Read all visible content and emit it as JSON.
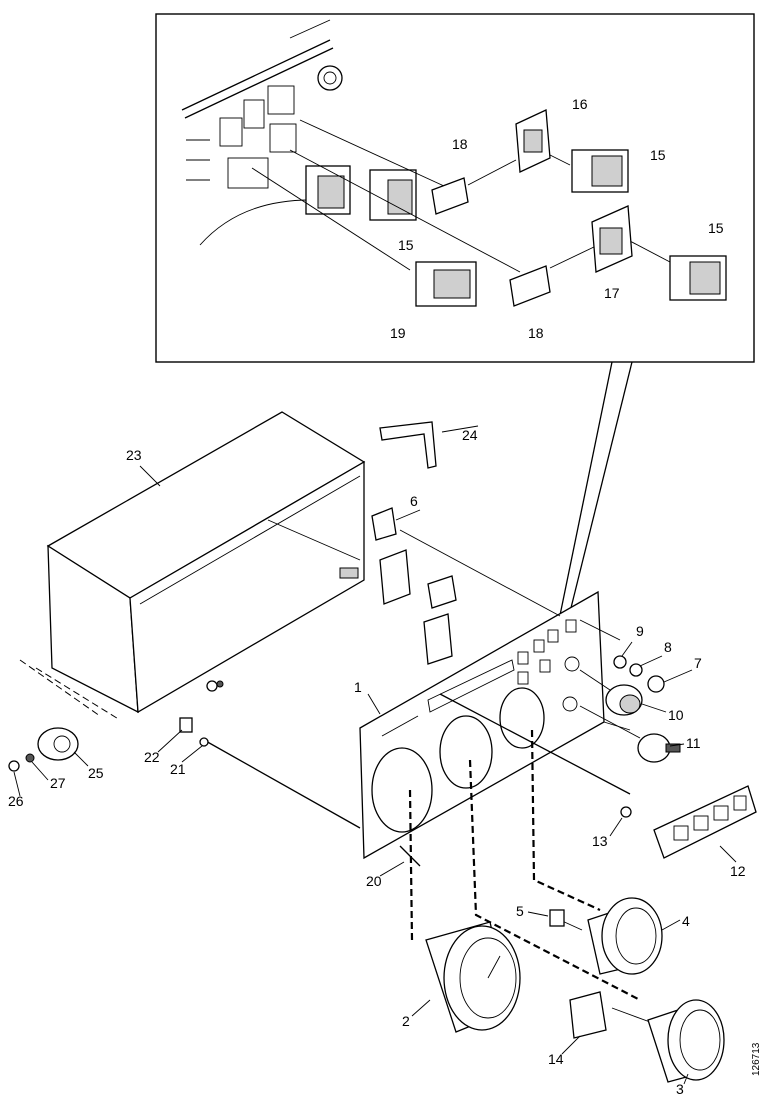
{
  "callouts": {
    "c1": "1",
    "c2": "2",
    "c3": "3",
    "c4": "4",
    "c5": "5",
    "c6": "6",
    "c7": "7",
    "c8": "8",
    "c9": "9",
    "c10": "10",
    "c11": "11",
    "c12": "12",
    "c13": "13",
    "c14": "14",
    "c15a": "15",
    "c15b": "15",
    "c15c": "15",
    "c16": "16",
    "c17": "17",
    "c18a": "18",
    "c18b": "18",
    "c19": "19",
    "c20": "20",
    "c21": "21",
    "c22": "22",
    "c23": "23",
    "c24": "24",
    "c25": "25",
    "c26": "26",
    "c27": "27"
  },
  "figure_number": "126713"
}
